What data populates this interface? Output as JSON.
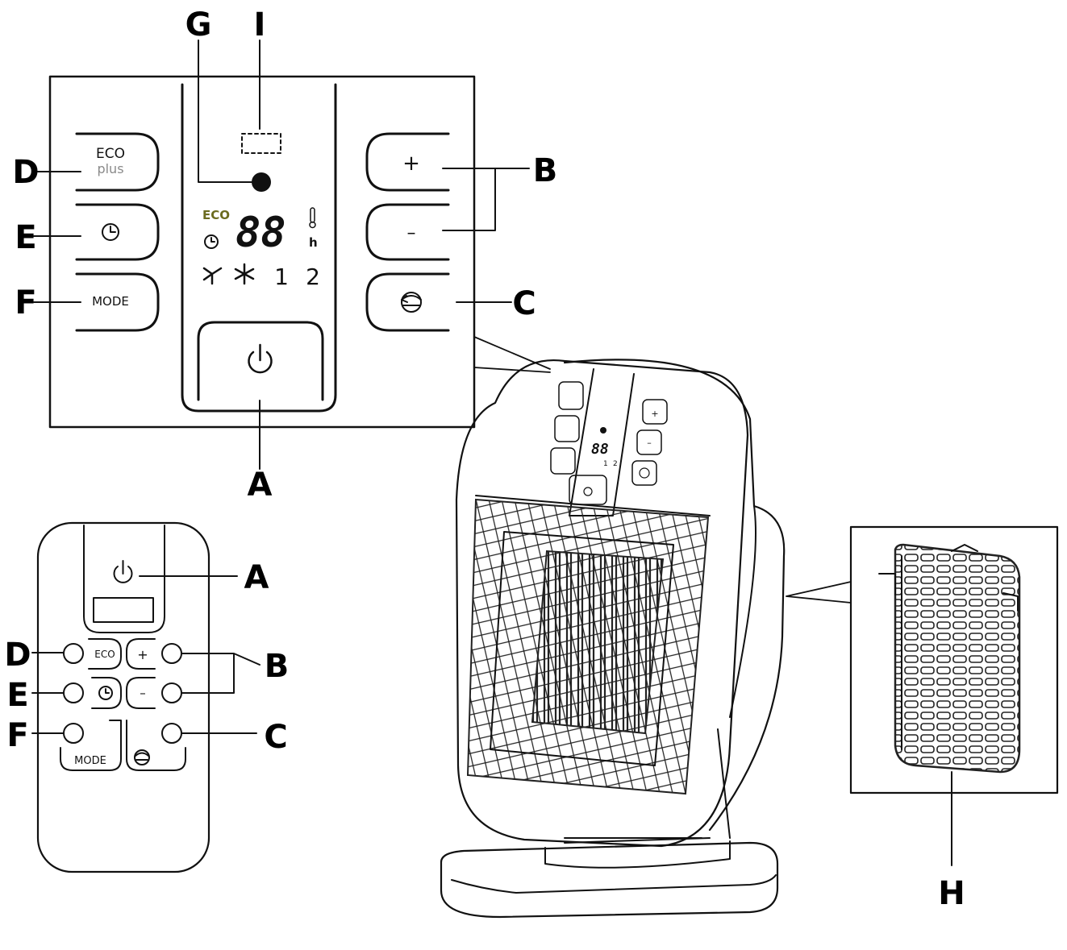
{
  "callouts": {
    "A": "A",
    "B": "B",
    "C": "C",
    "D": "D",
    "E": "E",
    "F": "F",
    "G": "G",
    "H": "H",
    "I": "I"
  },
  "panel": {
    "eco_top": "ECO",
    "eco_bottom": "plus",
    "mode": "MODE",
    "plus": "+",
    "minus": "–",
    "display_eco": "ECO",
    "display_digits": "88",
    "display_unit_h": "h",
    "display_level_1": "1",
    "display_level_2": "2"
  },
  "remote": {
    "eco": "ECO",
    "plus": "+",
    "minus": "–",
    "mode": "MODE"
  },
  "heater_panel": {
    "digits": "88",
    "level_1": "1",
    "level_2": "2"
  },
  "colors": {
    "line": "#111111",
    "eco_indicator": "#6b6b1f",
    "plus_text": "#8a8a8a"
  }
}
